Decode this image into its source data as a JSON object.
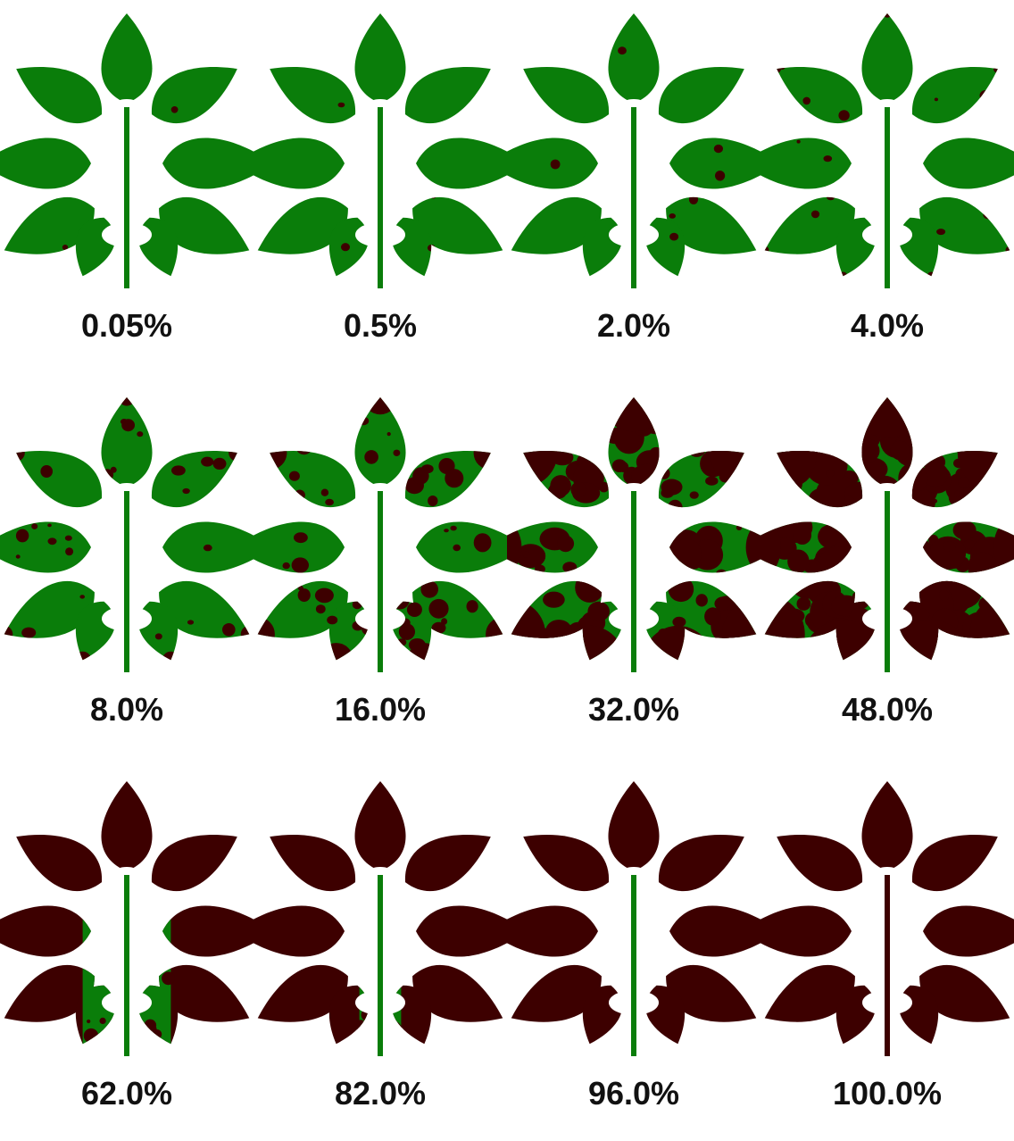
{
  "colors": {
    "healthy": "#0a7d0a",
    "diseased": "#3d0000",
    "background": "#ffffff"
  },
  "leaf_icon": "compound-leaf-icon",
  "severity_levels": [
    {
      "label": "0.05%",
      "severity": 0.0005
    },
    {
      "label": "0.5%",
      "severity": 0.005
    },
    {
      "label": "2.0%",
      "severity": 0.02
    },
    {
      "label": "4.0%",
      "severity": 0.04
    },
    {
      "label": "8.0%",
      "severity": 0.08
    },
    {
      "label": "16.0%",
      "severity": 0.16
    },
    {
      "label": "32.0%",
      "severity": 0.32
    },
    {
      "label": "48.0%",
      "severity": 0.48
    },
    {
      "label": "62.0%",
      "severity": 0.62
    },
    {
      "label": "82.0%",
      "severity": 0.82
    },
    {
      "label": "96.0%",
      "severity": 0.96
    },
    {
      "label": "100.0%",
      "severity": 1.0
    }
  ]
}
